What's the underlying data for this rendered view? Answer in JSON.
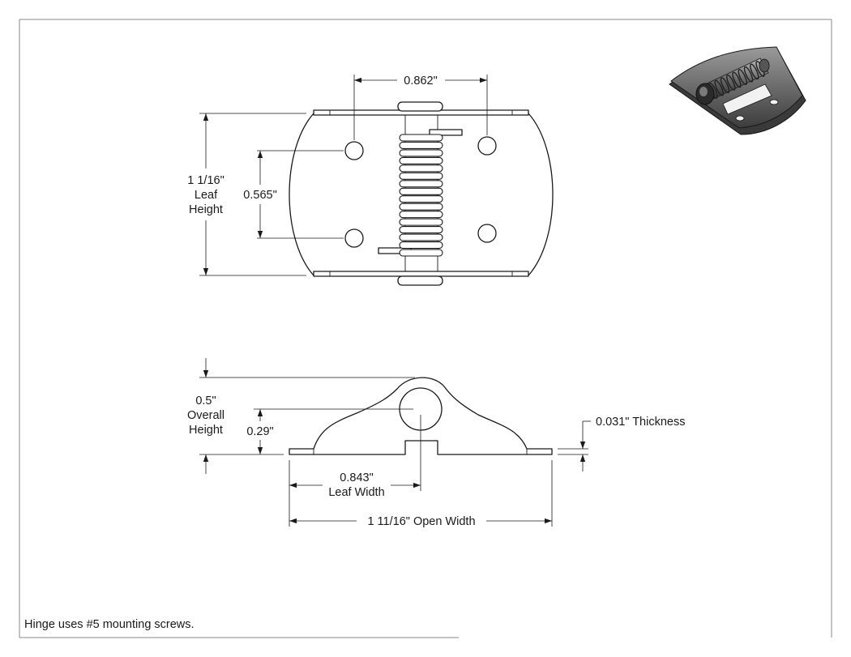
{
  "top_view": {
    "hole_spacing": "0.862\"",
    "hole_pitch": "0.565\"",
    "leaf_height": [
      "1 1/16\"",
      "Leaf",
      "Height"
    ]
  },
  "side_view": {
    "overall_height": [
      "0.5\"",
      "Overall",
      "Height"
    ],
    "pin_height": "0.29\"",
    "thickness": "0.031\" Thickness",
    "leaf_width": [
      "0.843\"",
      "Leaf Width"
    ],
    "open_width": "1 11/16\" Open Width"
  },
  "note": "Hinge uses #5 mounting screws.",
  "colors": {
    "line": "#1a1a1a",
    "frame": "#8a8a8a",
    "render_dark": "#4a4a4a"
  }
}
